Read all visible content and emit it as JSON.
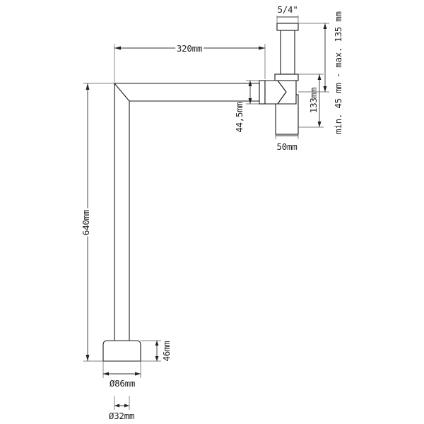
{
  "dimensions": {
    "thread": "5/4\"",
    "arm_length": "320mm",
    "column_height": "640mm",
    "outlet_diameter": "44,5mm",
    "trap_body_height": "133mm",
    "trap_width": "50mm",
    "adjustment_range": "min. 45 mm - max. 135 mm",
    "base_height": "46mm",
    "base_diameter": "Ø86mm",
    "pipe_diameter": "Ø32mm"
  }
}
